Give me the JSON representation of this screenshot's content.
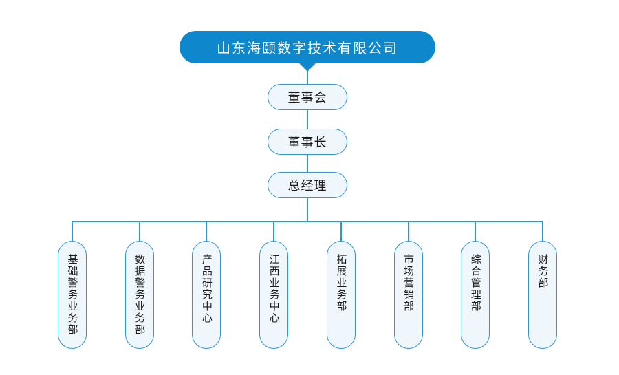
{
  "org": {
    "company": "山东海颐数字技术有限公司",
    "levels": [
      "董事会",
      "董事长",
      "总经理"
    ],
    "departments": [
      "基础警务业务部",
      "数据警务业务部",
      "产品研究中心",
      "江西业务中心",
      "拓展业务部",
      "市场营销部",
      "综合管理部",
      "财务部"
    ],
    "colors": {
      "root_fill": "#0e87cc",
      "root_text": "#ffffff",
      "node_fill": "#eff7fd",
      "node_border": "#2e97d2",
      "node_text": "#1c1c1c",
      "line": "#2e97d2"
    }
  }
}
